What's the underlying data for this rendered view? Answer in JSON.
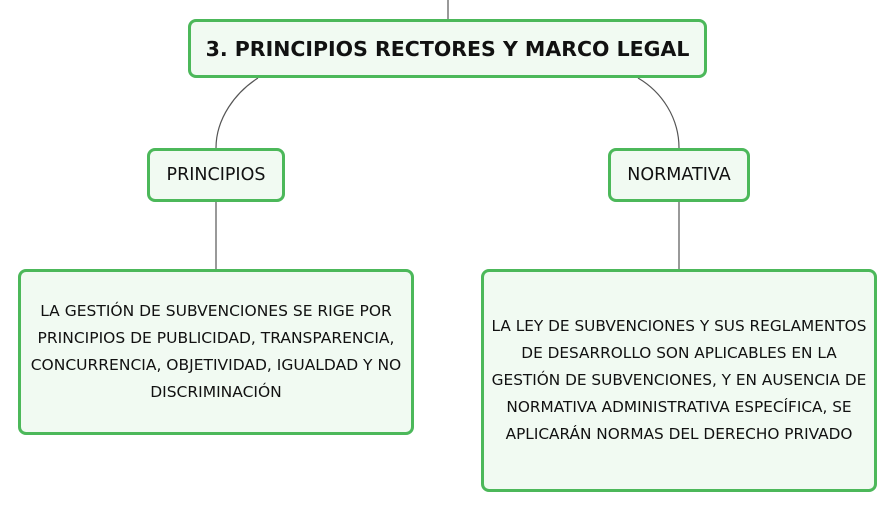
{
  "diagram": {
    "root": {
      "label": "3. PRINCIPIOS RECTORES Y MARCO LEGAL"
    },
    "branches": [
      {
        "label": "PRINCIPIOS",
        "detail": "LA GESTIÓN DE SUBVENCIONES SE RIGE POR PRINCIPIOS DE PUBLICIDAD, TRANSPARENCIA, CONCURRENCIA, OBJETIVIDAD, IGUALDAD Y NO DISCRIMINACIÓN"
      },
      {
        "label": "NORMATIVA",
        "detail": "LA LEY DE SUBVENCIONES Y SUS REGLAMENTOS DE DESARROLLO SON APLICABLES EN LA GESTIÓN DE SUBVENCIONES, Y EN AUSENCIA DE NORMATIVA ADMINISTRATIVA ESPECÍFICA, SE APLICARÁN NORMAS DEL DERECHO PRIVADO"
      }
    ]
  },
  "colors": {
    "node_border": "#4cb85a",
    "node_fill": "#f1faf2",
    "connector": "#555555"
  }
}
